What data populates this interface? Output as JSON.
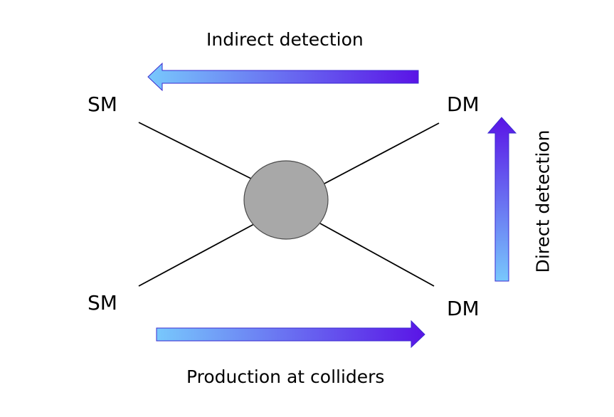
{
  "particles": {
    "top_left": "SM",
    "top_right": "DM",
    "bottom_left": "SM",
    "bottom_right": "DM"
  },
  "processes": {
    "indirect": {
      "label": "Indirect detection",
      "direction": "right-to-left"
    },
    "direct": {
      "label": "Direct detection",
      "direction": "bottom-to-top"
    },
    "production": {
      "label": "Production at colliders",
      "direction": "left-to-right"
    }
  },
  "colors": {
    "arrow_start": "#78c8fc",
    "arrow_end": "#5a14e6",
    "arrow_outline": "#3a2ad0",
    "vertex_fill": "#a8a8a8",
    "vertex_stroke": "#4a4a4a",
    "line": "#000000"
  }
}
